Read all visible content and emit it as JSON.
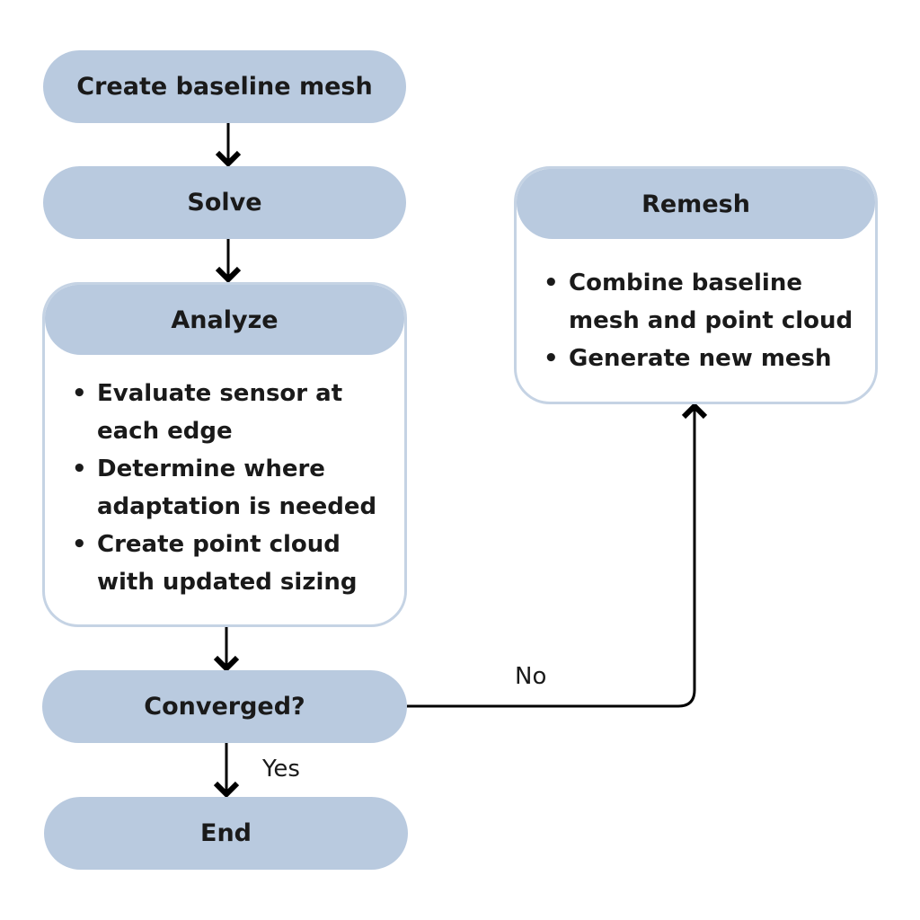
{
  "nodes": {
    "create": {
      "label": "Create baseline mesh"
    },
    "solve": {
      "label": "Solve"
    },
    "analyze": {
      "title": "Analyze",
      "items": [
        "Evaluate sensor at each edge",
        "Determine where adaptation is needed",
        "Create point cloud with updated sizing"
      ]
    },
    "converged": {
      "label": "Converged?"
    },
    "end": {
      "label": "End"
    },
    "remesh": {
      "title": "Remesh",
      "items": [
        "Combine baseline mesh and point cloud",
        "Generate new mesh"
      ]
    }
  },
  "edges": {
    "no_label": "No",
    "yes_label": "Yes"
  },
  "colors": {
    "node_fill": "#b9cadf",
    "card_border": "#c5d3e4",
    "text": "#1a1a1a",
    "arrow": "#000000"
  }
}
